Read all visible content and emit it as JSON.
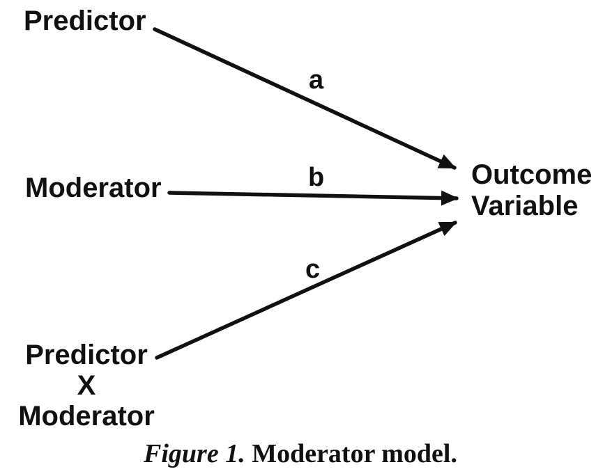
{
  "figure": {
    "type": "path-diagram",
    "title": "Moderator model",
    "colors": {
      "ink": "#111111",
      "background": "#ffffff"
    },
    "nodes": {
      "predictor": {
        "label": "Predictor"
      },
      "moderator": {
        "label": "Moderator"
      },
      "interaction": {
        "line1": "Predictor",
        "line2": "X",
        "line3": "Moderator"
      },
      "outcome": {
        "line1": "Outcome",
        "line2": "Variable"
      }
    },
    "edges": [
      {
        "id": "a",
        "label": "a",
        "from": "Predictor",
        "to": "Outcome Variable"
      },
      {
        "id": "b",
        "label": "b",
        "from": "Moderator",
        "to": "Outcome Variable"
      },
      {
        "id": "c",
        "label": "c",
        "from": "Predictor X Moderator",
        "to": "Outcome Variable"
      }
    ]
  },
  "caption": {
    "figure_label": "Figure 1.",
    "text": " Moderator model."
  }
}
